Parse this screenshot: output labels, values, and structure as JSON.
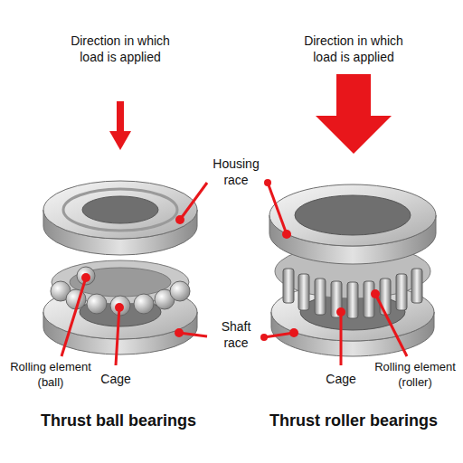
{
  "diagram": {
    "labels": [
      "Direction in which load is applied",
      "Direction in which load is applied",
      "Housing race",
      "Shaft race",
      "Rolling element (ball)",
      "Cage",
      "Cage",
      "Rolling element (roller)",
      "Thrust ball bearings",
      "Thrust roller bearings"
    ]
  }
}
